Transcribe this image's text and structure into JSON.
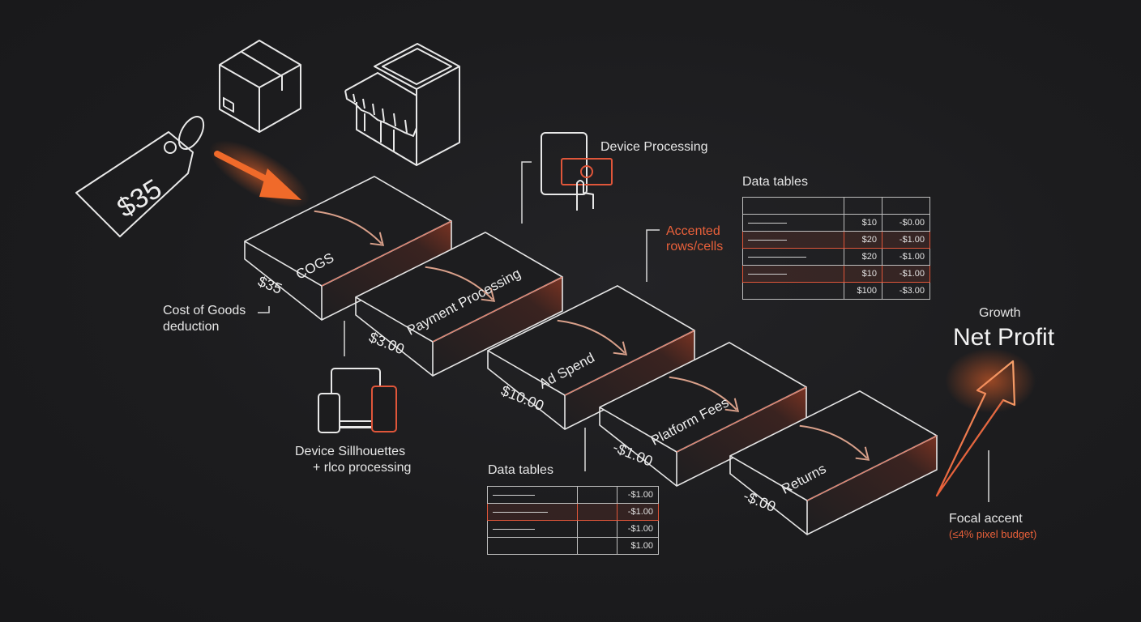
{
  "price_tag": "$35",
  "steps": [
    {
      "label": "COGS",
      "amount": "$35"
    },
    {
      "label": "Payment Processing",
      "amount": "$3.00"
    },
    {
      "label": "Ad Spend",
      "amount": "$10.00"
    },
    {
      "label": "Platform Fees",
      "amount": "-$1.00"
    },
    {
      "label": "Returns",
      "amount": "-$.00"
    }
  ],
  "annotations": {
    "cogs_note_line1": "Cost of Goods",
    "cogs_note_line2": "deduction",
    "device_processing": "Device Processing",
    "accented_line1": "Accented",
    "accented_line2": "rows/cells",
    "data_tables_top": "Data tables",
    "data_tables_bottom": "Data tables",
    "device_sil_line1": "Device Sillhouettes",
    "device_sil_line2": "+ rlco processing",
    "growth": "Growth",
    "net_profit": "Net Profit",
    "focal_line1": "Focal accent",
    "focal_line2": "(≤4% pixel budget)"
  },
  "table_top": {
    "rows": [
      {
        "c2": "",
        "c3": "",
        "highlight": false,
        "line": false
      },
      {
        "c2": "$10",
        "c3": "-$0.00",
        "highlight": false,
        "line": true
      },
      {
        "c2": "$20",
        "c3": "-$1.00",
        "highlight": true,
        "line": true
      },
      {
        "c2": "$20",
        "c3": "-$1.00",
        "highlight": false,
        "line": true
      },
      {
        "c2": "$10",
        "c3": "-$1.00",
        "highlight": true,
        "line": true
      },
      {
        "c2": "$100",
        "c3": "-$3.00",
        "highlight": false,
        "line": false
      }
    ]
  },
  "table_bottom": {
    "rows": [
      {
        "c3": "-$1.00",
        "highlight": false,
        "line": true
      },
      {
        "c3": "-$1.00",
        "highlight": true,
        "line": true
      },
      {
        "c3": "-$1.00",
        "highlight": false,
        "line": true
      },
      {
        "c3": "$1.00",
        "highlight": false,
        "line": false
      }
    ]
  },
  "colors": {
    "accent": "#e8603a",
    "line": "#e4e4e4",
    "background": "#1c1c1e"
  }
}
